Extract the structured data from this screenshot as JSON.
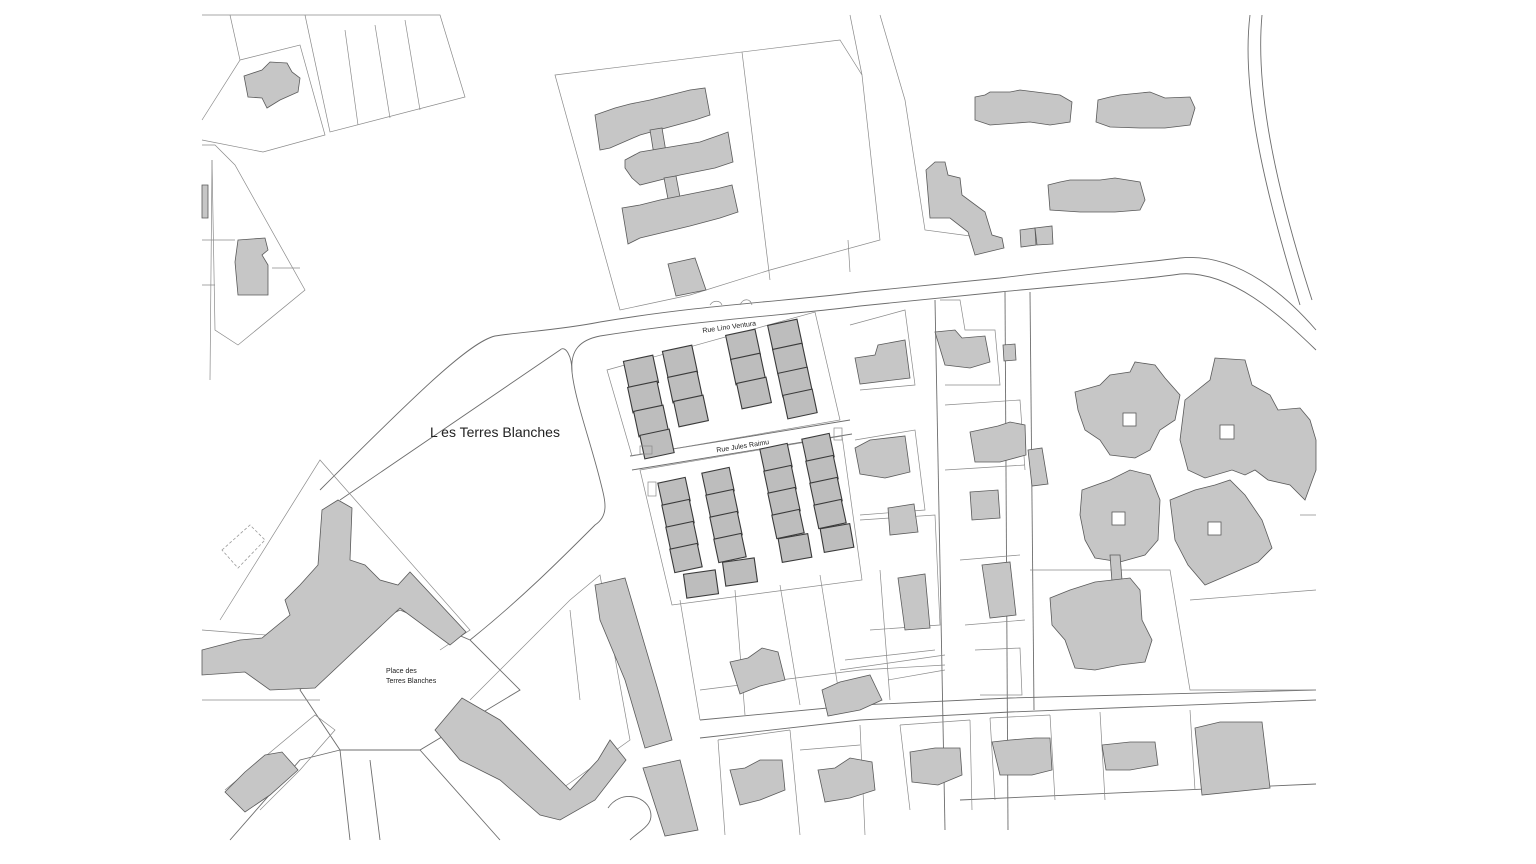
{
  "labels": {
    "district": "L es Terres Blanches",
    "rue_lino": "Rue Lino Ventura",
    "rue_jules": "Rue Jules Raimu",
    "place_line1": "Place des",
    "place_line2": "Terres Blanches"
  },
  "colors": {
    "building_fill": "#c6c6c6",
    "outline": "#5a5a5a",
    "background": "#ffffff"
  }
}
